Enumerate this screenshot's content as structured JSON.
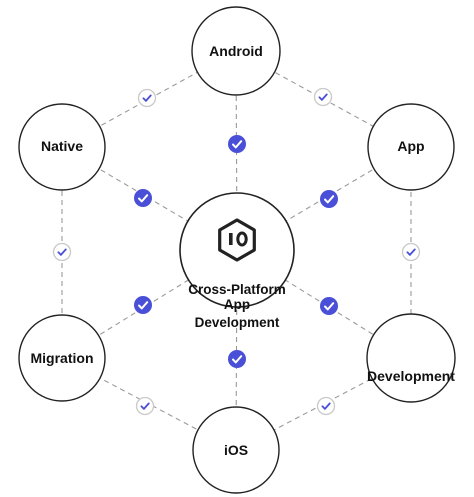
{
  "diagram": {
    "center": {
      "label_lines": [
        "Cross-Platform",
        "App",
        "Development"
      ],
      "logo_icon": "hexagon-logo-icon"
    },
    "nodes": [
      {
        "id": "android",
        "label": "Android"
      },
      {
        "id": "app",
        "label": "App"
      },
      {
        "id": "native",
        "label": "Native"
      },
      {
        "id": "migration",
        "label": "Migration"
      },
      {
        "id": "development",
        "label": "Development"
      },
      {
        "id": "ios",
        "label": "iOS"
      }
    ],
    "connector_icon": "check-badge-icon",
    "colors": {
      "accent": "#4a4fd8",
      "line": "#9a9a9a",
      "node_stroke": "#222222",
      "outline_badge_stroke": "#c9c9c9"
    }
  }
}
